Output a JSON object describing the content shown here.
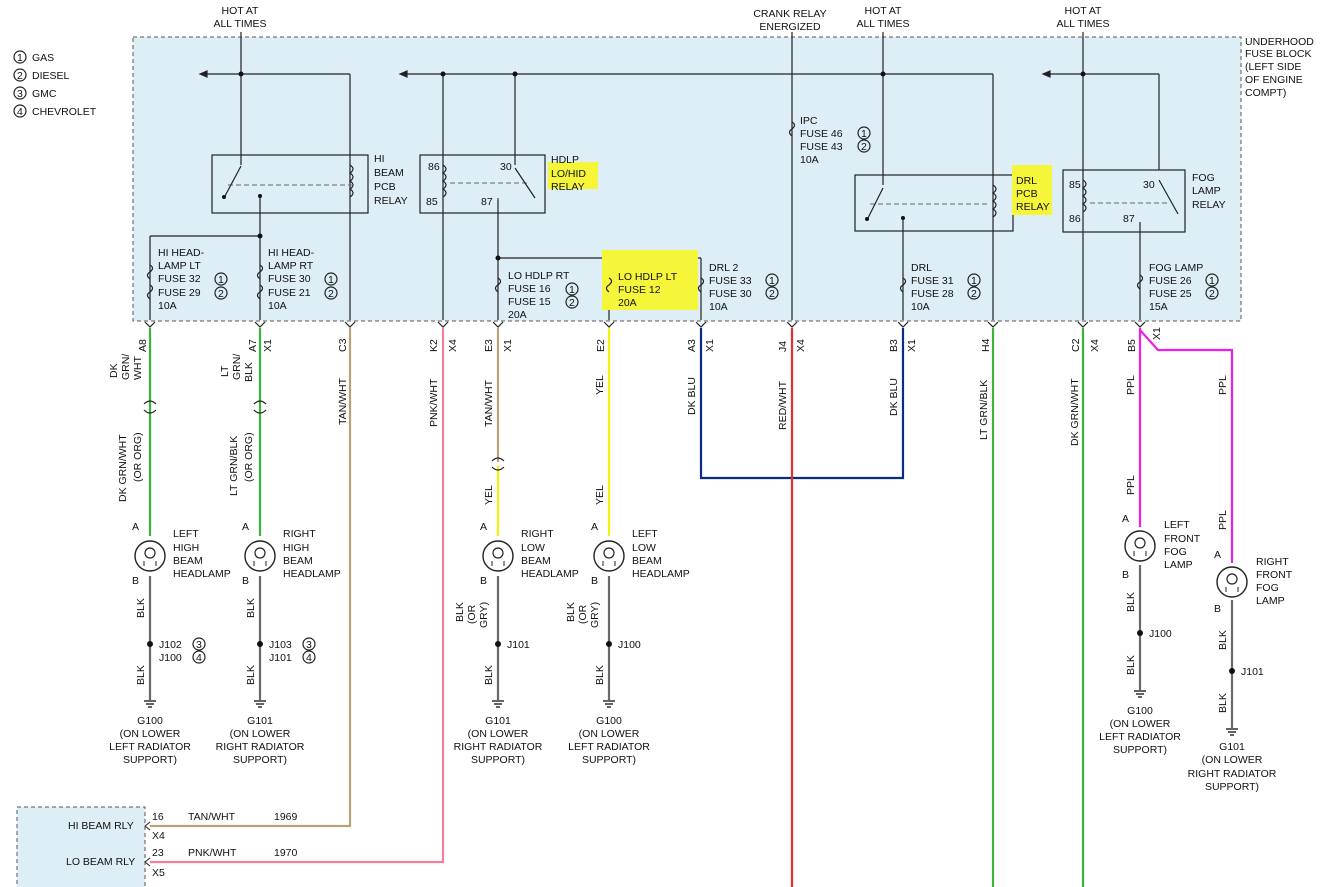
{
  "legend": [
    {
      "num": "1",
      "label": "GAS"
    },
    {
      "num": "2",
      "label": "DIESEL"
    },
    {
      "num": "3",
      "label": "GMC"
    },
    {
      "num": "4",
      "label": "CHEVROLET"
    }
  ],
  "feeds": {
    "hot1": [
      "HOT AT",
      "ALL TIMES"
    ],
    "crank": [
      "CRANK RELAY",
      "ENERGIZED"
    ],
    "hot2": [
      "HOT AT",
      "ALL TIMES"
    ],
    "hot3": [
      "HOT AT",
      "ALL TIMES"
    ]
  },
  "fuse_block": [
    "UNDERHOOD",
    "FUSE BLOCK",
    "(LEFT SIDE",
    "OF ENGINE",
    "COMPT)"
  ],
  "relays": {
    "hi_beam": [
      "HI",
      "BEAM",
      "PCB",
      "RELAY"
    ],
    "hdlp": [
      "HDLP",
      "LO/HID",
      "RELAY"
    ],
    "drl": [
      "DRL",
      "PCB",
      "RELAY"
    ],
    "fog": [
      "FOG",
      "LAMP",
      "RELAY"
    ],
    "pin86": "86",
    "pin85": "85",
    "pin30": "30",
    "pin87": "87"
  },
  "fuses": {
    "ipc": [
      "IPC",
      "FUSE 46",
      "FUSE 43",
      "10A"
    ],
    "hi_lt": [
      "HI HEAD-",
      "LAMP LT",
      "FUSE 32",
      "FUSE 29",
      "10A"
    ],
    "hi_rt": [
      "HI HEAD-",
      "LAMP RT",
      "FUSE 30",
      "FUSE 21",
      "10A"
    ],
    "lo_rt": [
      "LO HDLP RT",
      "FUSE 16",
      "FUSE 15",
      "20A"
    ],
    "lo_lt": [
      "LO HDLP LT",
      "FUSE 12",
      "20A"
    ],
    "drl2": [
      "DRL 2",
      "FUSE 33",
      "FUSE 30",
      "10A"
    ],
    "drl": [
      "DRL",
      "FUSE 31",
      "FUSE 28",
      "10A"
    ],
    "fog": [
      "FOG LAMP",
      "FUSE 26",
      "FUSE 25",
      "15A"
    ]
  },
  "connectors": {
    "a8": "A8",
    "a7": "A7",
    "x1": "X1",
    "c3": "C3",
    "k2": "K2",
    "x4": "X4",
    "e3": "E3",
    "e2": "E2",
    "a3": "A3",
    "j4": "J4",
    "b3": "B3",
    "h4": "H4",
    "c2": "C2",
    "b5": "B5"
  },
  "wires": {
    "dk_grn_wht": [
      "DK",
      "GRN/",
      "WHT"
    ],
    "dk_grn_wht_org": [
      "DK GRN/WHT",
      "(OR ORG)"
    ],
    "lt_grn_blk": [
      "LT",
      "GRN/",
      "BLK"
    ],
    "lt_grn_blk_org": [
      "LT GRN/BLK",
      "(OR ORG)"
    ],
    "tan_wht": "TAN/WHT",
    "pnk_wht": "PNK/WHT",
    "yel": "YEL",
    "dk_blu": "DK BLU",
    "red_wht": "RED/WHT",
    "lt_grn_blk_single": "LT GRN/BLK",
    "dk_grn_wht_single": "DK GRN/WHT",
    "ppl": "PPL",
    "blk": "BLK",
    "blk_gry": [
      "BLK",
      "(OR",
      "GRY)"
    ]
  },
  "lamps": {
    "lhb": [
      "LEFT",
      "HIGH",
      "BEAM",
      "HEADLAMP"
    ],
    "rhb": [
      "RIGHT",
      "HIGH",
      "BEAM",
      "HEADLAMP"
    ],
    "rlb": [
      "RIGHT",
      "LOW",
      "BEAM",
      "HEADLAMP"
    ],
    "llb": [
      "LEFT",
      "LOW",
      "BEAM",
      "HEADLAMP"
    ],
    "lfog": [
      "LEFT",
      "FRONT",
      "FOG",
      "LAMP"
    ],
    "rfog": [
      "RIGHT",
      "FRONT",
      "FOG",
      "LAMP"
    ],
    "pin_a": "A",
    "pin_b": "B"
  },
  "splices": {
    "j102": "J102",
    "j100": "J100",
    "j103": "J103",
    "j101": "J101"
  },
  "grounds": {
    "g100": [
      "G100",
      "(ON LOWER",
      "LEFT RADIATOR",
      "SUPPORT)"
    ],
    "g101": [
      "G101",
      "(ON LOWER",
      "RIGHT RADIATOR",
      "SUPPORT)"
    ]
  },
  "bottom": {
    "hi_rly": "HI BEAM RLY",
    "lo_rly": "LO BEAM RLY",
    "x4": "X4",
    "x5": "X5",
    "pin16": "16",
    "pin23": "23",
    "tan_wht": "TAN/WHT",
    "pnk_wht": "PNK/WHT",
    "c1969": "1969",
    "c1970": "1970"
  },
  "colors": {
    "fuse_block_fill": "#deeef6",
    "green": "#3cb43c",
    "tan": "#b8a27a",
    "pink": "#f27e9a",
    "yellow": "#f2f20c",
    "blue": "#0b2c86",
    "red": "#e03030",
    "magenta": "#ee1fee",
    "gray": "#6a6a6a",
    "highlight": "#f5f53a"
  }
}
